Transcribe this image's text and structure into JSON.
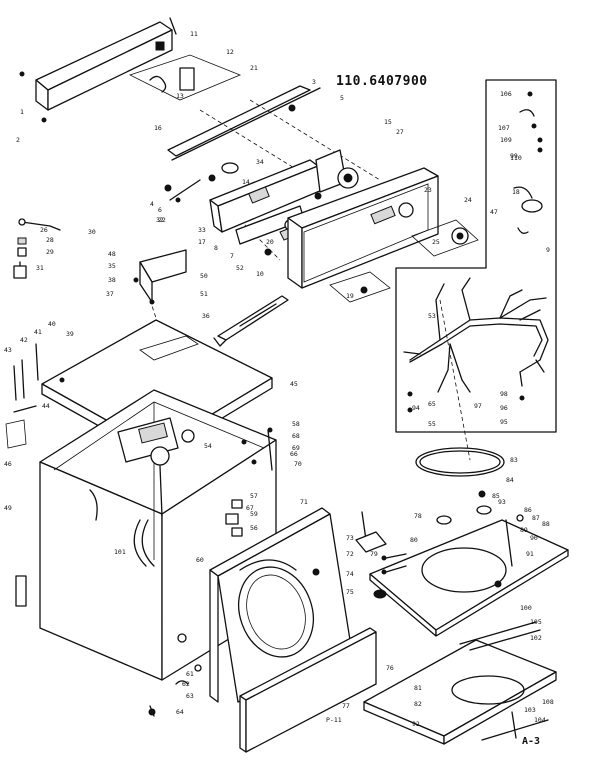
{
  "header": {
    "model_number": "110.6407900"
  },
  "footer": {
    "page_id": "A-3",
    "part_code": "P-11"
  },
  "callouts": [
    {
      "id": "c1",
      "text": "1"
    },
    {
      "id": "c2",
      "text": "2"
    },
    {
      "id": "c3",
      "text": "3"
    },
    {
      "id": "c4",
      "text": "4"
    },
    {
      "id": "c5",
      "text": "5"
    },
    {
      "id": "c6",
      "text": "6"
    },
    {
      "id": "c7",
      "text": "7"
    },
    {
      "id": "c8",
      "text": "8"
    },
    {
      "id": "c9",
      "text": "9"
    },
    {
      "id": "c10",
      "text": "10"
    },
    {
      "id": "c11",
      "text": "11"
    },
    {
      "id": "c12",
      "text": "12"
    },
    {
      "id": "c13",
      "text": "13"
    },
    {
      "id": "c14",
      "text": "14"
    },
    {
      "id": "c15",
      "text": "15"
    },
    {
      "id": "c16",
      "text": "16"
    },
    {
      "id": "c17",
      "text": "17"
    },
    {
      "id": "c18",
      "text": "18"
    },
    {
      "id": "c19",
      "text": "19"
    },
    {
      "id": "c20",
      "text": "20"
    },
    {
      "id": "c21",
      "text": "21"
    },
    {
      "id": "c22",
      "text": "22"
    },
    {
      "id": "c23",
      "text": "23"
    },
    {
      "id": "c24",
      "text": "24"
    },
    {
      "id": "c25",
      "text": "25"
    },
    {
      "id": "c26",
      "text": "26"
    },
    {
      "id": "c27",
      "text": "27"
    },
    {
      "id": "c28",
      "text": "28"
    },
    {
      "id": "c29",
      "text": "29"
    },
    {
      "id": "c30",
      "text": "30"
    },
    {
      "id": "c31",
      "text": "31"
    },
    {
      "id": "c32",
      "text": "32"
    },
    {
      "id": "c33",
      "text": "33"
    },
    {
      "id": "c34",
      "text": "34"
    },
    {
      "id": "c35",
      "text": "35"
    },
    {
      "id": "c36",
      "text": "36"
    },
    {
      "id": "c37",
      "text": "37"
    },
    {
      "id": "c38",
      "text": "38"
    },
    {
      "id": "c39",
      "text": "39"
    },
    {
      "id": "c40",
      "text": "40"
    },
    {
      "id": "c41",
      "text": "41"
    },
    {
      "id": "c42",
      "text": "42"
    },
    {
      "id": "c43",
      "text": "43"
    },
    {
      "id": "c44",
      "text": "44"
    },
    {
      "id": "c45",
      "text": "45"
    },
    {
      "id": "c46",
      "text": "46"
    },
    {
      "id": "c47",
      "text": "47"
    },
    {
      "id": "c48",
      "text": "48"
    },
    {
      "id": "c49",
      "text": "49"
    },
    {
      "id": "c50",
      "text": "50"
    },
    {
      "id": "c51",
      "text": "51"
    },
    {
      "id": "c52",
      "text": "52"
    },
    {
      "id": "c53",
      "text": "53"
    },
    {
      "id": "c54",
      "text": "54"
    },
    {
      "id": "c55",
      "text": "55"
    },
    {
      "id": "c56",
      "text": "56"
    },
    {
      "id": "c57",
      "text": "57"
    },
    {
      "id": "c58",
      "text": "58"
    },
    {
      "id": "c59",
      "text": "59"
    },
    {
      "id": "c60",
      "text": "60"
    },
    {
      "id": "c61",
      "text": "61"
    },
    {
      "id": "c62",
      "text": "62"
    },
    {
      "id": "c63",
      "text": "63"
    },
    {
      "id": "c64",
      "text": "64"
    },
    {
      "id": "c65",
      "text": "65"
    },
    {
      "id": "c66",
      "text": "66"
    },
    {
      "id": "c67",
      "text": "67"
    },
    {
      "id": "c68",
      "text": "68"
    },
    {
      "id": "c69",
      "text": "69"
    },
    {
      "id": "c70",
      "text": "70"
    },
    {
      "id": "c71",
      "text": "71"
    },
    {
      "id": "c72",
      "text": "72"
    },
    {
      "id": "c73",
      "text": "73"
    },
    {
      "id": "c74",
      "text": "74"
    },
    {
      "id": "c75",
      "text": "75"
    },
    {
      "id": "c76",
      "text": "76"
    },
    {
      "id": "c77",
      "text": "77"
    },
    {
      "id": "c78",
      "text": "78"
    },
    {
      "id": "c79",
      "text": "79"
    },
    {
      "id": "c80",
      "text": "80"
    },
    {
      "id": "c81",
      "text": "81"
    },
    {
      "id": "c82",
      "text": "82"
    },
    {
      "id": "c83",
      "text": "83"
    },
    {
      "id": "c84",
      "text": "84"
    },
    {
      "id": "c85",
      "text": "85"
    },
    {
      "id": "c86",
      "text": "86"
    },
    {
      "id": "c87",
      "text": "87"
    },
    {
      "id": "c88",
      "text": "88"
    },
    {
      "id": "c89",
      "text": "89"
    },
    {
      "id": "c90",
      "text": "90"
    },
    {
      "id": "c91",
      "text": "91"
    },
    {
      "id": "c92",
      "text": "92"
    },
    {
      "id": "c93",
      "text": "93"
    },
    {
      "id": "c94",
      "text": "94"
    },
    {
      "id": "c95",
      "text": "95"
    },
    {
      "id": "c96",
      "text": "96"
    },
    {
      "id": "c97",
      "text": "97"
    },
    {
      "id": "c98",
      "text": "98"
    },
    {
      "id": "c99",
      "text": "99"
    },
    {
      "id": "c100",
      "text": "100"
    },
    {
      "id": "c101",
      "text": "101"
    },
    {
      "id": "c102",
      "text": "102"
    },
    {
      "id": "c103",
      "text": "103"
    },
    {
      "id": "c104",
      "text": "104"
    },
    {
      "id": "c105",
      "text": "105"
    },
    {
      "id": "c106",
      "text": "106"
    },
    {
      "id": "c107",
      "text": "107"
    },
    {
      "id": "c108",
      "text": "108"
    },
    {
      "id": "c109",
      "text": "109"
    },
    {
      "id": "c110",
      "text": "110"
    }
  ]
}
